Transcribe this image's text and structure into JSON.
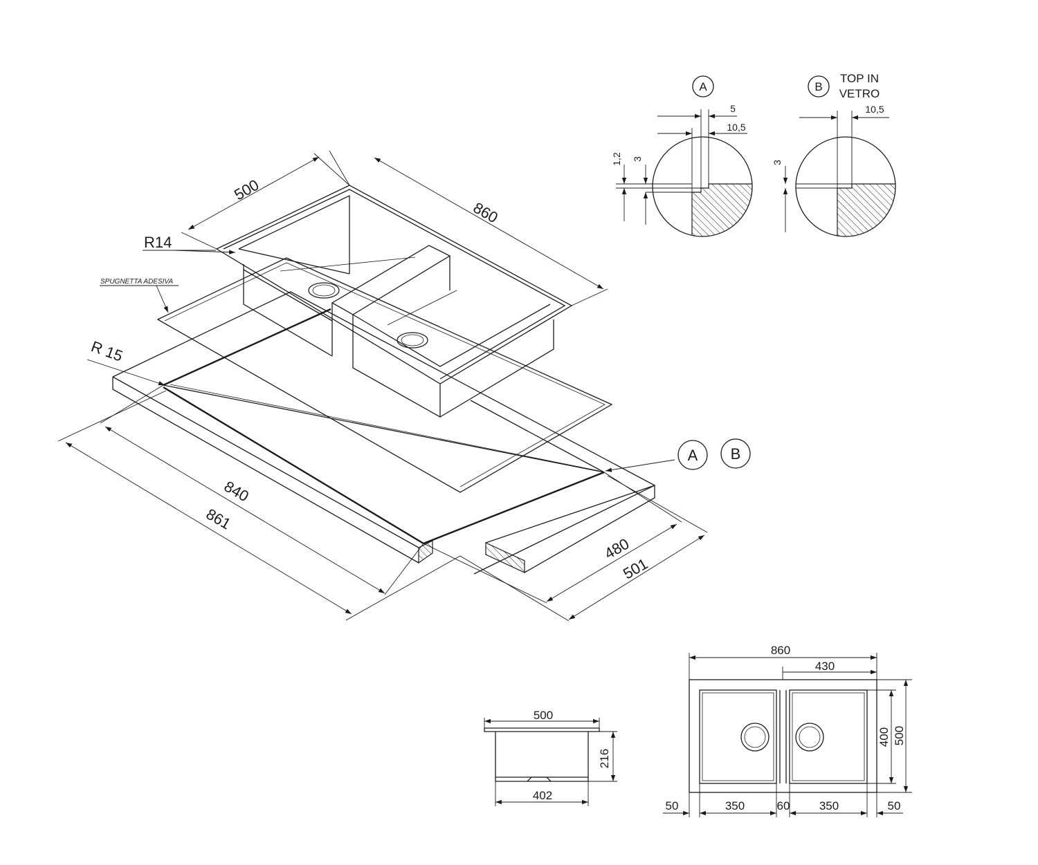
{
  "iso": {
    "width_500": "500",
    "length_860": "860",
    "radius_r14": "R14",
    "radius_r15": "R 15",
    "sponge_label": "SPUGNETTA ADESIVA",
    "cutout_840": "840",
    "cutout_861": "861",
    "cutout_480": "480",
    "cutout_501": "501",
    "callout_a": "A",
    "callout_b": "B"
  },
  "detail_a": {
    "tag": "A",
    "dim_5": "5",
    "dim_10_5": "10,5",
    "dim_1_2": "1,2",
    "dim_3": "3"
  },
  "detail_b": {
    "tag": "B",
    "note_line1": "TOP IN",
    "note_line2": "VETRO",
    "dim_10_5": "10,5",
    "dim_3": "3"
  },
  "side_view": {
    "top_width": "500",
    "height": "216",
    "bottom_width": "402"
  },
  "top_view": {
    "overall_width": "860",
    "half_width": "430",
    "inner_depth": "400",
    "outer_depth": "500",
    "margin_left": "50",
    "bowl_left": "350",
    "divider": "60",
    "bowl_right": "350",
    "margin_right": "50"
  }
}
